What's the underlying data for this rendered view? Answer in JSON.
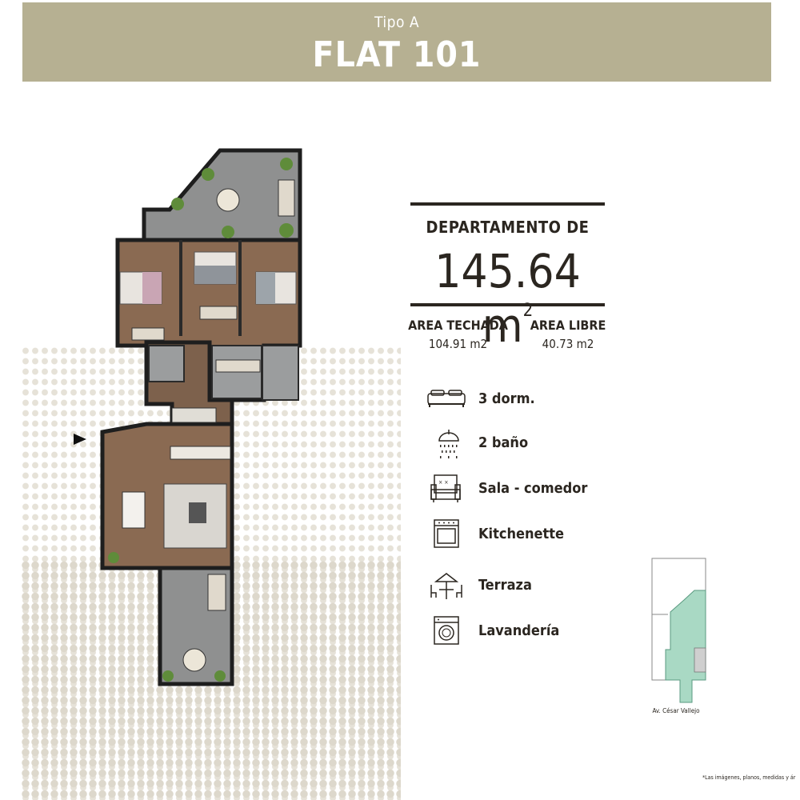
{
  "header": {
    "subtitle": "Tipo A",
    "title": "FLAT 101"
  },
  "summary": {
    "heading": "DEPARTAMENTO DE",
    "total_area": "145.64 m",
    "total_area_sup": "2",
    "covered_label": "AREA TECHADA",
    "covered_value": "104.91 m2",
    "free_label": "AREA LIBRE",
    "free_value": "40.73 m2"
  },
  "features": [
    {
      "icon": "bed-icon",
      "label": "3 dorm."
    },
    {
      "icon": "shower-icon",
      "label": "2 baño"
    },
    {
      "icon": "sofa-icon",
      "label": "Sala - comedor"
    },
    {
      "icon": "oven-icon",
      "label": "Kitchenette"
    },
    {
      "icon": "patio-umbrella-icon",
      "label": "Terraza"
    },
    {
      "icon": "washing-machine-icon",
      "label": "Lavandería"
    }
  ],
  "location": {
    "street": "Av. César Vallejo",
    "highlight_color": "#a9d9c4"
  },
  "disclaimer": "*Las imágenes, planos, medidas y ár",
  "colors": {
    "banner": "#b6b092",
    "text": "#2b2620",
    "floor_wood": "#8a6a52",
    "terrace": "#8f9090"
  }
}
